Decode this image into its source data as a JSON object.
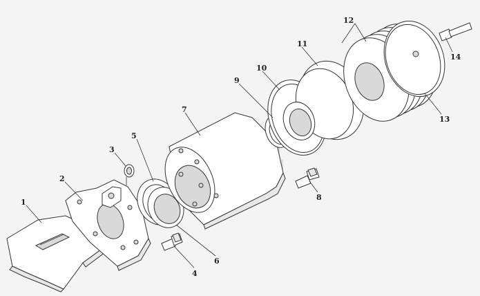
{
  "callouts": [
    {
      "id": "1",
      "text": "1"
    },
    {
      "id": "2",
      "text": "2"
    },
    {
      "id": "3",
      "text": "3"
    },
    {
      "id": "4",
      "text": "4"
    },
    {
      "id": "5",
      "text": "5"
    },
    {
      "id": "6",
      "text": "6"
    },
    {
      "id": "7",
      "text": "7"
    },
    {
      "id": "8",
      "text": "8"
    },
    {
      "id": "9",
      "text": "9"
    },
    {
      "id": "10",
      "text": "10"
    },
    {
      "id": "11",
      "text": "11"
    },
    {
      "id": "12",
      "text": "12"
    },
    {
      "id": "13",
      "text": "13"
    },
    {
      "id": "14",
      "text": "14"
    }
  ],
  "colors": {
    "line": "#333333",
    "background": "#f4f4f4",
    "watermark": "#d4d4d4"
  }
}
